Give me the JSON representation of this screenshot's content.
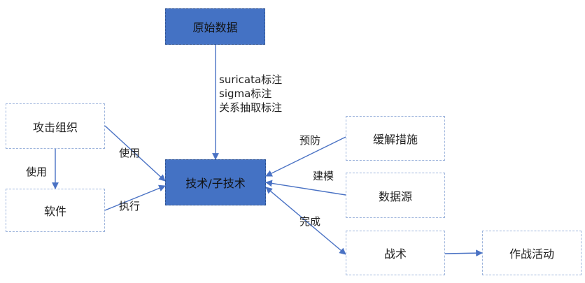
{
  "nodes": {
    "raw_data": "原始数据",
    "attack_group": "攻击组织",
    "software": "软件",
    "technique": "技术/子技术",
    "mitigation": "缓解措施",
    "data_source": "数据源",
    "tactic": "战术",
    "campaign": "作战活动"
  },
  "edge_labels": {
    "raw_annotations": [
      "suricata标注",
      "sigma标注",
      "关系抽取标注"
    ],
    "group_uses_technique": "使用",
    "group_uses_software": "使用",
    "software_executes_technique": "执行",
    "mitigation_prevents": "预防",
    "data_source_models": "建模",
    "technique_completes_tactic": "完成"
  },
  "colors": {
    "solid_fill": "#4472c4",
    "edge": "#4a72c4",
    "dashed_border": "#9db4dc"
  }
}
